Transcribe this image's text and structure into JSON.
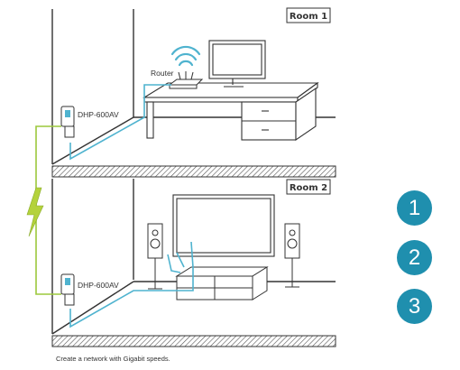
{
  "rooms": [
    {
      "label": "Room 1"
    },
    {
      "label": "Room 2"
    }
  ],
  "devices": {
    "router_label": "Router",
    "adapter_top_label": "DHP-600AV",
    "adapter_bottom_label": "DHP-600AV"
  },
  "steps": [
    {
      "label": "1"
    },
    {
      "label": "2"
    },
    {
      "label": "3"
    }
  ],
  "caption": "Create a network with Gigabit speeds.",
  "colors": {
    "ethernet_cable": "#4fb3cf",
    "power_line": "#9cc83c",
    "step_badge": "#1f8fae",
    "lines": "#333333"
  },
  "icons": [
    "wifi-icon",
    "lightning-bolt-icon"
  ]
}
